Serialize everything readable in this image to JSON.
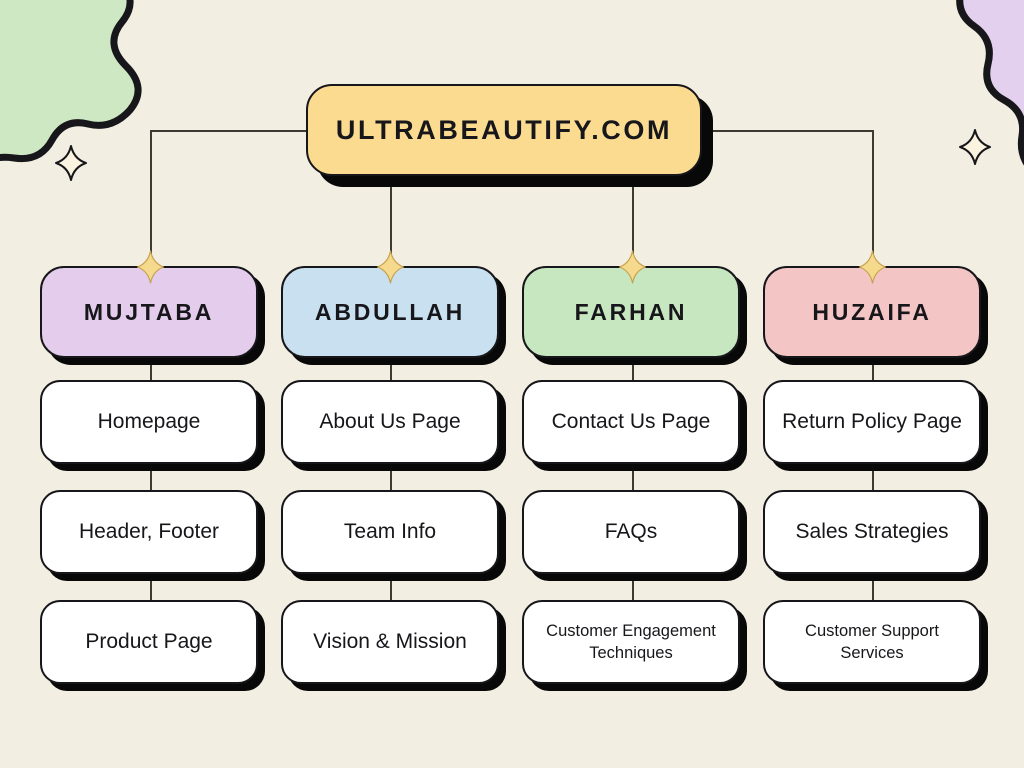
{
  "theme": {
    "background": "#F2EFE2",
    "ink": "#17161a",
    "shadow": "#080808",
    "title_fill": "#FADB90",
    "sparkle_fill": "#F5D98C",
    "blob_left_fill": "#CDE8C2",
    "blob_right_fill": "#E2D0EE",
    "card_fill": "#FFFFFF"
  },
  "title": {
    "label": "ULTRABEAUTIFY.COM"
  },
  "columns": [
    {
      "name": "MUJTABA",
      "color": "#E3CCEC",
      "sparkle": "sparkle-icon",
      "tasks": [
        {
          "label": "Homepage",
          "size": "normal"
        },
        {
          "label": "Header, Footer",
          "size": "normal"
        },
        {
          "label": "Product Page",
          "size": "normal"
        }
      ]
    },
    {
      "name": "ABDULLAH",
      "color": "#C8E0F0",
      "sparkle": "sparkle-icon",
      "tasks": [
        {
          "label": "About Us Page",
          "size": "normal"
        },
        {
          "label": "Team Info",
          "size": "normal"
        },
        {
          "label": "Vision & Mission",
          "size": "normal"
        }
      ]
    },
    {
      "name": "FARHAN",
      "color": "#C7E7C0",
      "sparkle": "sparkle-icon",
      "tasks": [
        {
          "label": "Contact Us Page",
          "size": "normal"
        },
        {
          "label": "FAQs",
          "size": "normal"
        },
        {
          "label": "Customer Engagement Techniques",
          "size": "small"
        }
      ]
    },
    {
      "name": "HUZAIFA",
      "color": "#F4C5C5",
      "sparkle": "sparkle-icon",
      "tasks": [
        {
          "label": "Return Policy Page",
          "size": "normal"
        },
        {
          "label": "Sales Strategies",
          "size": "normal"
        },
        {
          "label": "Customer Support Services",
          "size": "small"
        }
      ]
    }
  ],
  "decorations": [
    {
      "name": "blob-top-left",
      "shape": "wavy-blob",
      "star": "four-point-star-icon"
    },
    {
      "name": "blob-top-right",
      "shape": "wavy-blob",
      "star": "four-point-star-icon"
    }
  ]
}
